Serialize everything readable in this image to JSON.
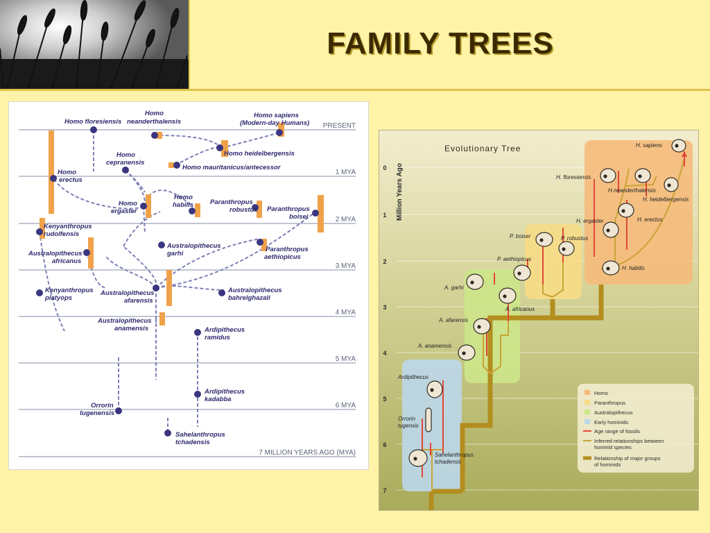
{
  "slide": {
    "title": "FAMILY TREES"
  },
  "left_chart": {
    "time_labels": [
      "PRESENT",
      "1 MYA",
      "2 MYA",
      "3 MYA",
      "4 MYA",
      "5 MYA",
      "6 MYA",
      "7 MILLION YEARS AGO (MYA)"
    ],
    "species": {
      "homo_floresiensis": "Homo floresiensis",
      "homo_neanderthalensis_1": "Homo",
      "homo_neanderthalensis_2": "neanderthalensis",
      "homo_sapiens_1": "Homo sapiens",
      "homo_sapiens_2": "(Modern-day Humans)",
      "homo_heidelbergensis": "Homo heidelbergensis",
      "homo_cepranensis_1": "Homo",
      "homo_cepranensis_2": "cepranensis",
      "homo_mauritanicus": "Homo mauritanicus/antecessor",
      "homo_erectus_1": "Homo",
      "homo_erectus_2": "erectus",
      "homo_ergaster_1": "Homo",
      "homo_ergaster_2": "ergaster",
      "homo_habilis_1": "Homo",
      "homo_habilis_2": "habilis",
      "p_robustus_1": "Paranthropus",
      "p_robustus_2": "robustus",
      "p_boisei_1": "Paranthropus",
      "p_boisei_2": "boisei",
      "k_rudolfensis_1": "Kenyanthropus",
      "k_rudolfensis_2": "rudolfensis",
      "a_africanus_1": "Australopithecus",
      "a_africanus_2": "africanus",
      "a_garhi_1": "Australopithecus",
      "a_garhi_2": "garhi",
      "p_aethiopicus_1": "Paranthropus",
      "p_aethiopicus_2": "aethiopicus",
      "k_platyops_1": "Kenyanthropus",
      "k_platyops_2": "platyops",
      "a_afarensis_1": "Australopithecus",
      "a_afarensis_2": "afarensis",
      "a_bahrelghazali_1": "Australopithecus",
      "a_bahrelghazali_2": "bahrelghazali",
      "a_anamensis_1": "Australopithecus",
      "a_anamensis_2": "anamensis",
      "ar_ramidus_1": "Ardipithecus",
      "ar_ramidus_2": "ramidus",
      "ar_kadabba_1": "Ardipithecus",
      "ar_kadabba_2": "kadabba",
      "orrorin_1": "Orrorin",
      "orrorin_2": "tugenensis",
      "sahelanthropus_1": "Sahelanthropus",
      "sahelanthropus_2": "tchadensis"
    },
    "colors": {
      "node": "#3b3680",
      "bar": "#f0a24a",
      "grid": "#9aa4b8",
      "text": "#2d2a6e",
      "dash": "#7c7fb5"
    }
  },
  "right_chart": {
    "title": "Evolutionary Tree",
    "ylabel": "Million Years Ago",
    "y_ticks": [
      "0",
      "1",
      "2",
      "3",
      "4",
      "5",
      "6",
      "7"
    ],
    "species": {
      "h_sapiens": "H. sapiens",
      "h_floresiensis": "H. floresiensis",
      "h_neanderthalensis": "H.neanderthalensis",
      "h_heidelbergensis": "H. heidelbergensis",
      "h_ergaster": "H. ergaster",
      "h_erectus": "H. erectus",
      "h_habilis": "H. habilis",
      "p_boisei": "P. boisei",
      "p_robustus": "P. robustus",
      "p_aethiopicus": "P. aethiopicus",
      "a_garhi": "A. garhi",
      "a_africanus": "A. africanus",
      "a_afarensis": "A. afarensis",
      "a_anamensis": "A. anamensis",
      "ardipithecus": "Ardipithecus",
      "orrorin_1": "Orrorin",
      "orrorin_2": "tugensis",
      "sahelanthropus_1": "Sahelanthropus",
      "sahelanthropus_2": "tchadensis"
    },
    "legend": {
      "homo": "Homo",
      "paranthropus": "Paranthropus",
      "australopithecus": "Australopithecus",
      "early": "Early hominids",
      "age_range": "Age range of fossils",
      "inferred_1": "Inferred relationships between",
      "inferred_2": "hominid species",
      "major_1": "Relationship of major groups",
      "major_2": "of hominids"
    },
    "colors": {
      "homo": "#f7b978",
      "paranthropus": "#f7dc86",
      "australopithecus": "#cde68a",
      "early": "#bcd7ea",
      "age_range": "#e2473a",
      "inferred": "#c9a437",
      "major": "#b38e1e"
    }
  }
}
